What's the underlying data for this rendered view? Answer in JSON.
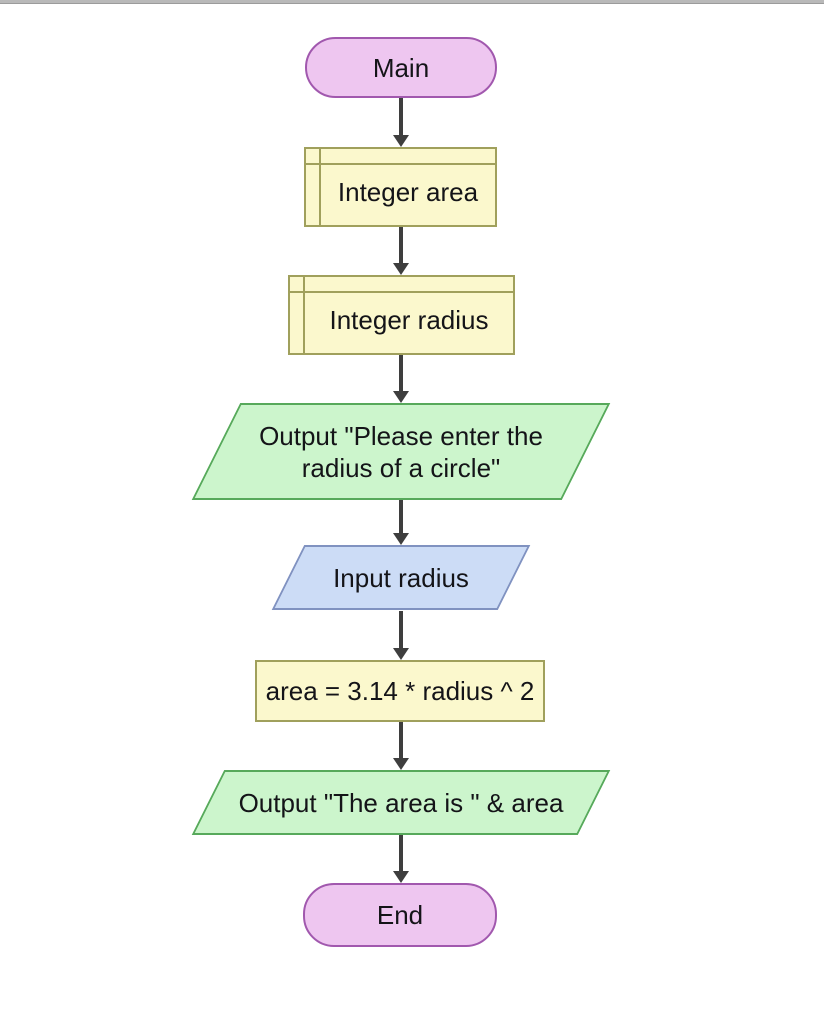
{
  "colors": {
    "terminal_fill": "#eec6f0",
    "terminal_border": "#a158ae",
    "declare_fill": "#fbf8cd",
    "declare_border": "#a0a05c",
    "output_fill": "#ccf5cc",
    "output_border": "#57a95b",
    "input_fill": "#ccdcf6",
    "input_border": "#8092c0",
    "arrow": "#3e3e3e",
    "top_edge": "#b9b9b9"
  },
  "flowchart": {
    "nodes": [
      {
        "type": "terminal",
        "label": "Main"
      },
      {
        "type": "declare",
        "label": "Integer area"
      },
      {
        "type": "declare",
        "label": "Integer radius"
      },
      {
        "type": "output",
        "label": "Output \"Please enter the radius of a circle\""
      },
      {
        "type": "input",
        "label": "Input radius"
      },
      {
        "type": "assign",
        "label": "area = 3.14 * radius ^ 2"
      },
      {
        "type": "output",
        "label": "Output \"The area is \" & area"
      },
      {
        "type": "terminal",
        "label": "End"
      }
    ]
  }
}
